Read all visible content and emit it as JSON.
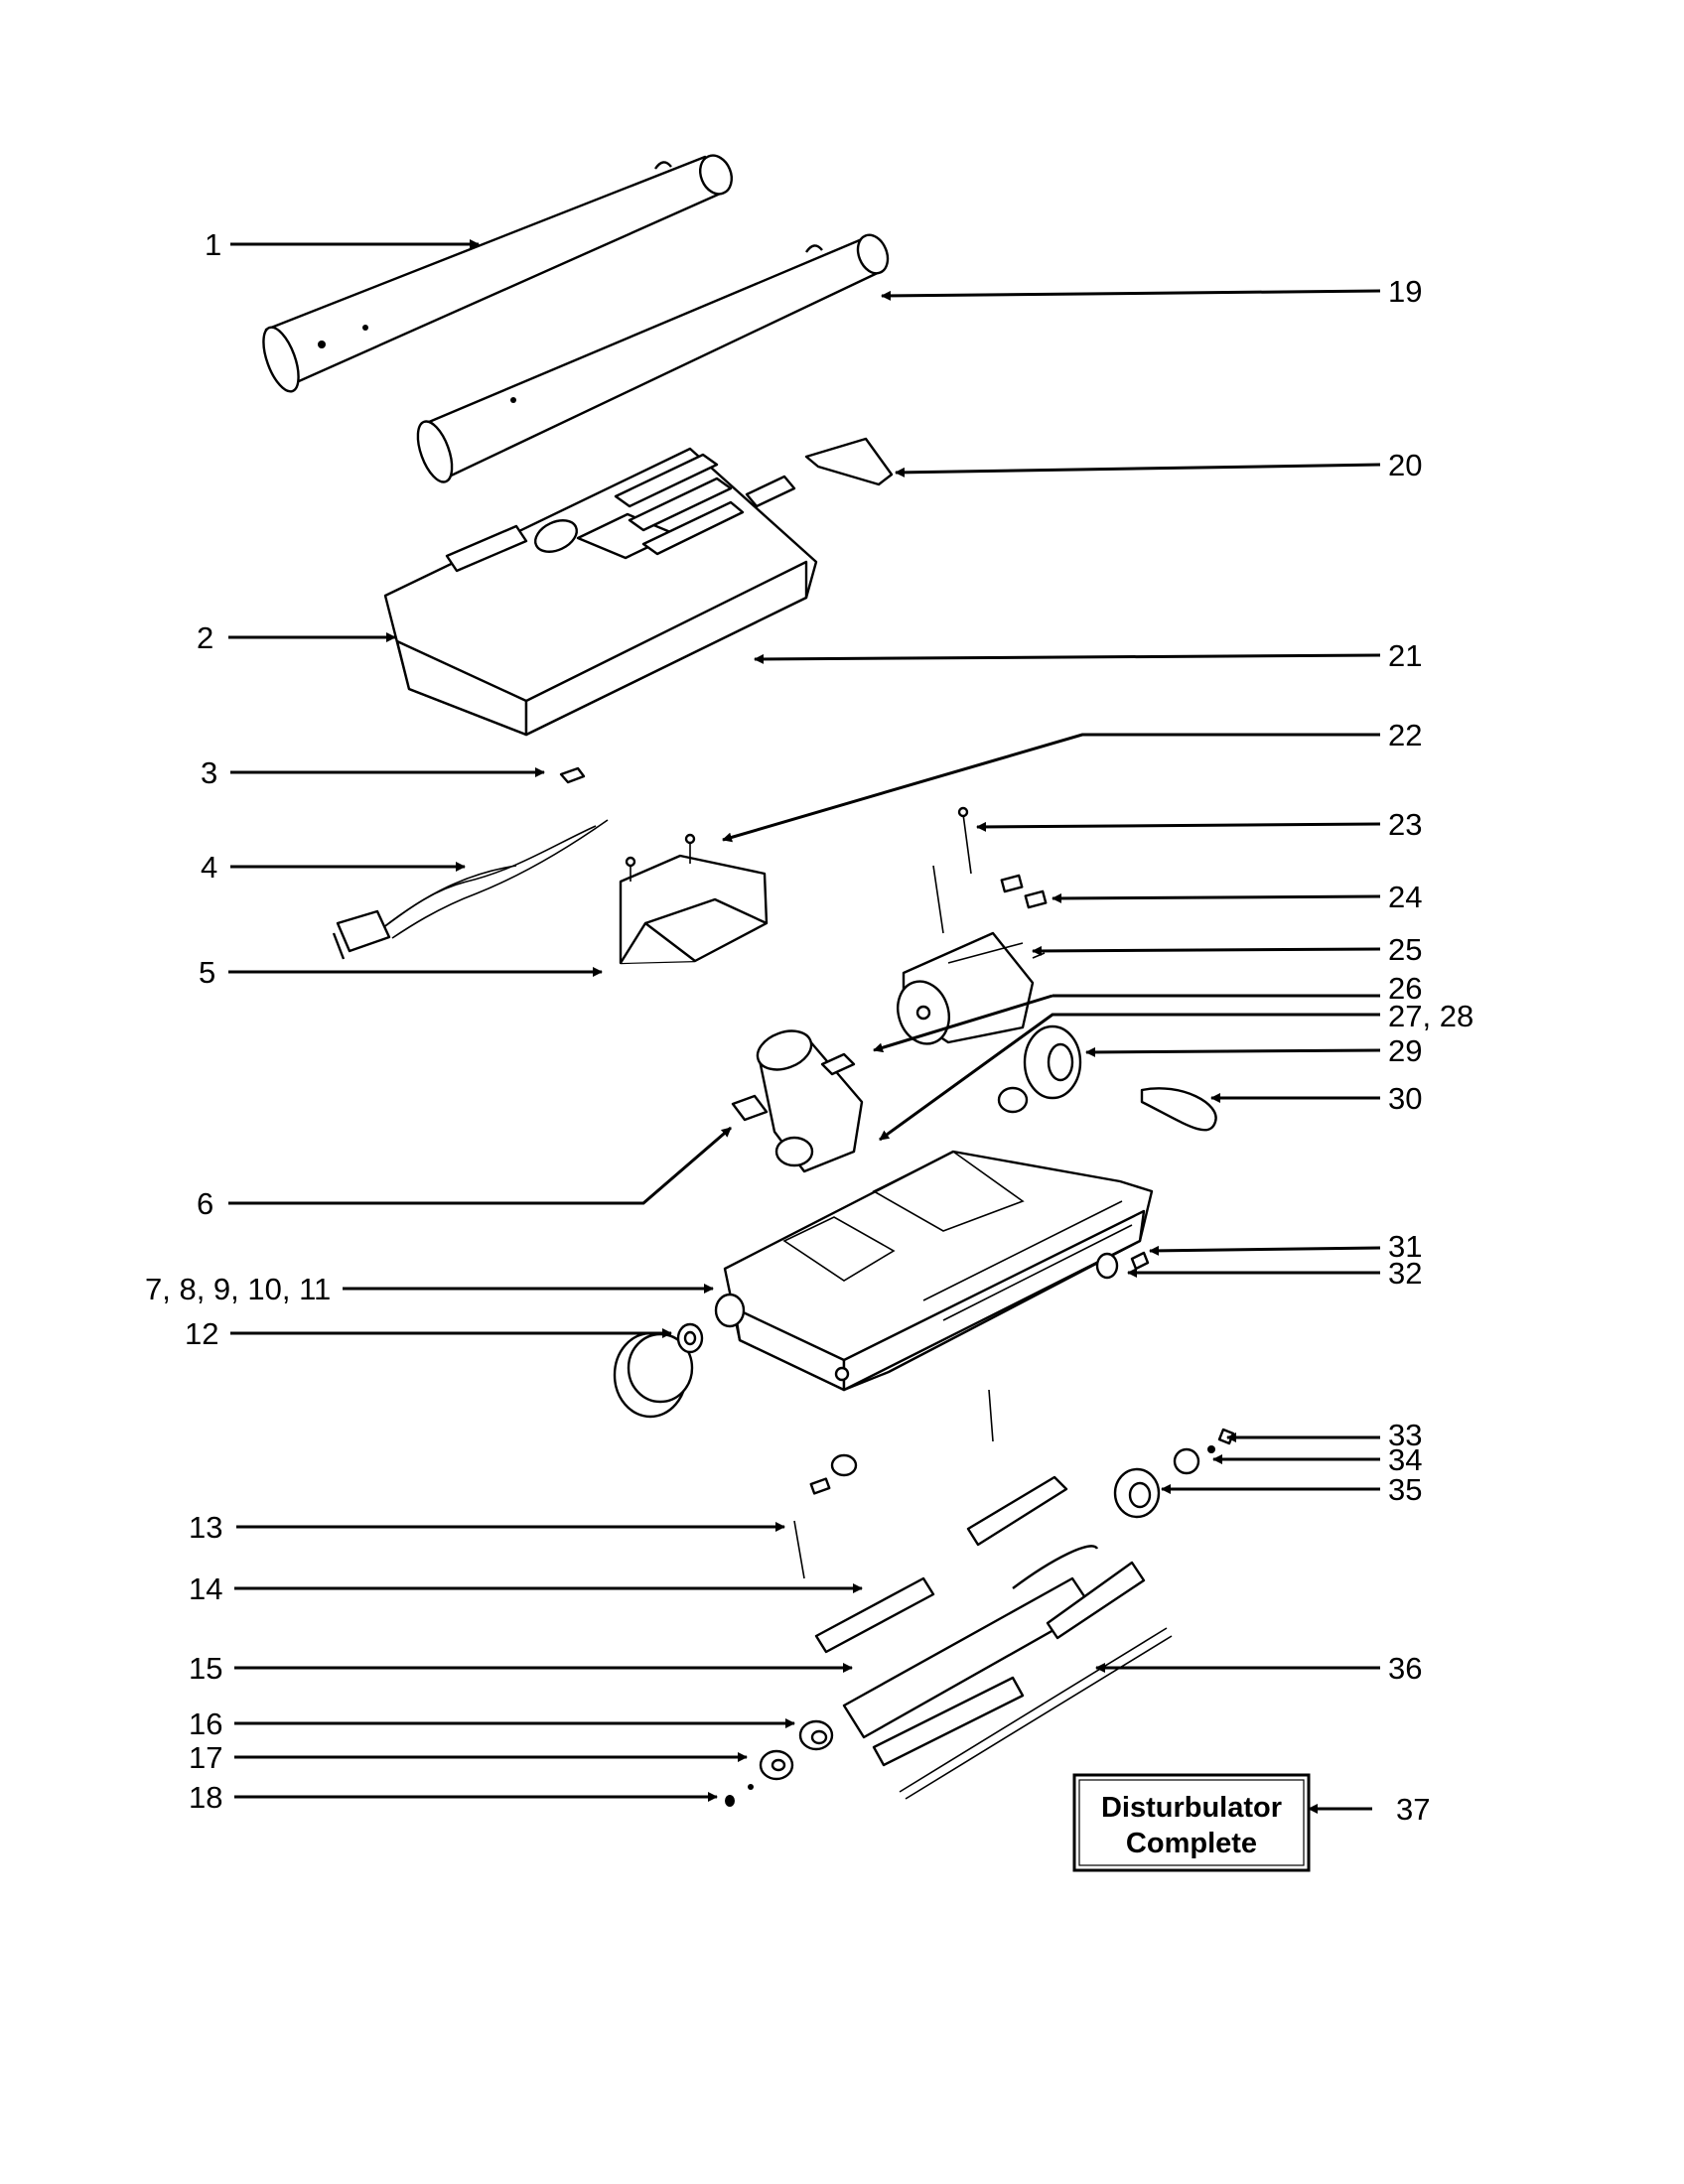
{
  "callouts": [
    {
      "id": "1",
      "label": "1"
    },
    {
      "id": "2",
      "label": "2"
    },
    {
      "id": "3",
      "label": "3"
    },
    {
      "id": "4",
      "label": "4"
    },
    {
      "id": "5",
      "label": "5"
    },
    {
      "id": "6",
      "label": "6"
    },
    {
      "id": "7-11",
      "label": "7, 8, 9, 10, 11"
    },
    {
      "id": "12",
      "label": "12"
    },
    {
      "id": "13",
      "label": "13"
    },
    {
      "id": "14",
      "label": "14"
    },
    {
      "id": "15",
      "label": "15"
    },
    {
      "id": "16",
      "label": "16"
    },
    {
      "id": "17",
      "label": "17"
    },
    {
      "id": "18",
      "label": "18"
    },
    {
      "id": "19",
      "label": "19"
    },
    {
      "id": "20",
      "label": "20"
    },
    {
      "id": "21",
      "label": "21"
    },
    {
      "id": "22",
      "label": "22"
    },
    {
      "id": "23",
      "label": "23"
    },
    {
      "id": "24",
      "label": "24"
    },
    {
      "id": "25",
      "label": "25"
    },
    {
      "id": "26",
      "label": "26"
    },
    {
      "id": "27-28",
      "label": "27, 28"
    },
    {
      "id": "29",
      "label": "29"
    },
    {
      "id": "30",
      "label": "30"
    },
    {
      "id": "31",
      "label": "31"
    },
    {
      "id": "32",
      "label": "32"
    },
    {
      "id": "33",
      "label": "33"
    },
    {
      "id": "34",
      "label": "34"
    },
    {
      "id": "35",
      "label": "35"
    },
    {
      "id": "36",
      "label": "36"
    },
    {
      "id": "37",
      "label": "37"
    }
  ],
  "kit_box": {
    "line1": "Disturbulator",
    "line2": "Complete"
  }
}
